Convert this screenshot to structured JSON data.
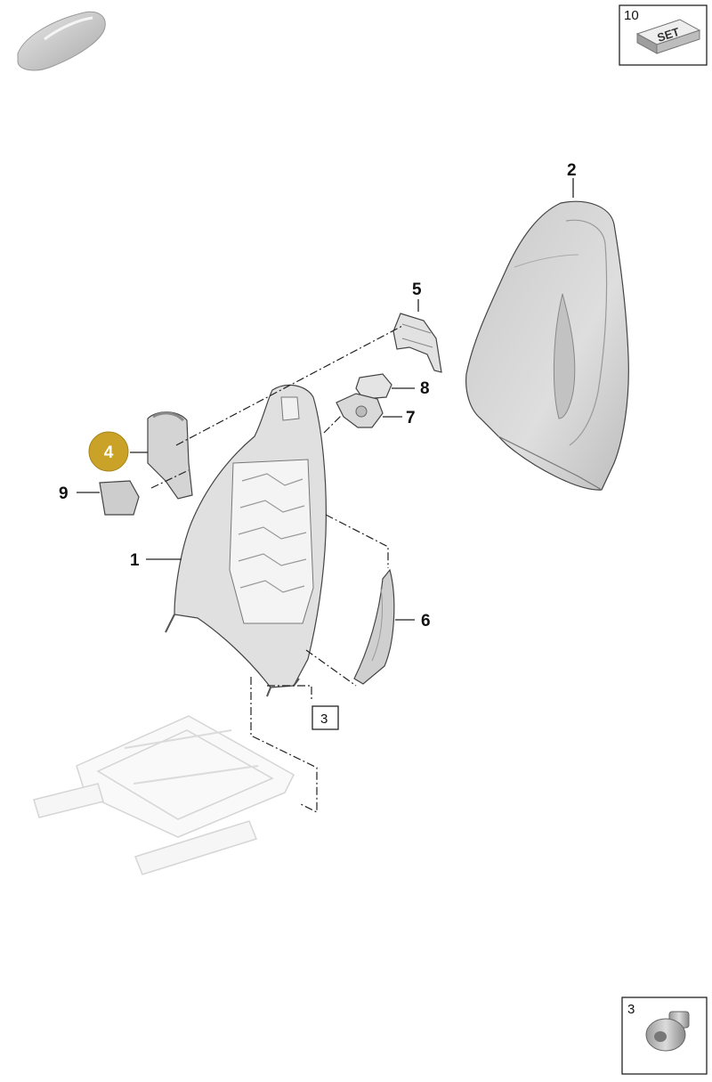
{
  "callouts": [
    {
      "id": "1",
      "label": "1"
    },
    {
      "id": "2",
      "label": "2"
    },
    {
      "id": "4",
      "label": "4",
      "highlighted": true
    },
    {
      "id": "5",
      "label": "5"
    },
    {
      "id": "6",
      "label": "6"
    },
    {
      "id": "7",
      "label": "7"
    },
    {
      "id": "8",
      "label": "8"
    },
    {
      "id": "9",
      "label": "9"
    }
  ],
  "boxed_refs": {
    "set_box_number": "10",
    "set_label": "SET",
    "screw_box_number": "3",
    "frame_ref": "3"
  },
  "colors": {
    "highlight": "#c9a227",
    "part_fill": "#d7d7d7",
    "part_fill_light": "#ececec",
    "line": "#222222"
  },
  "icons": [
    "car-silhouette-icon",
    "set-box-icon",
    "screw-icon"
  ]
}
